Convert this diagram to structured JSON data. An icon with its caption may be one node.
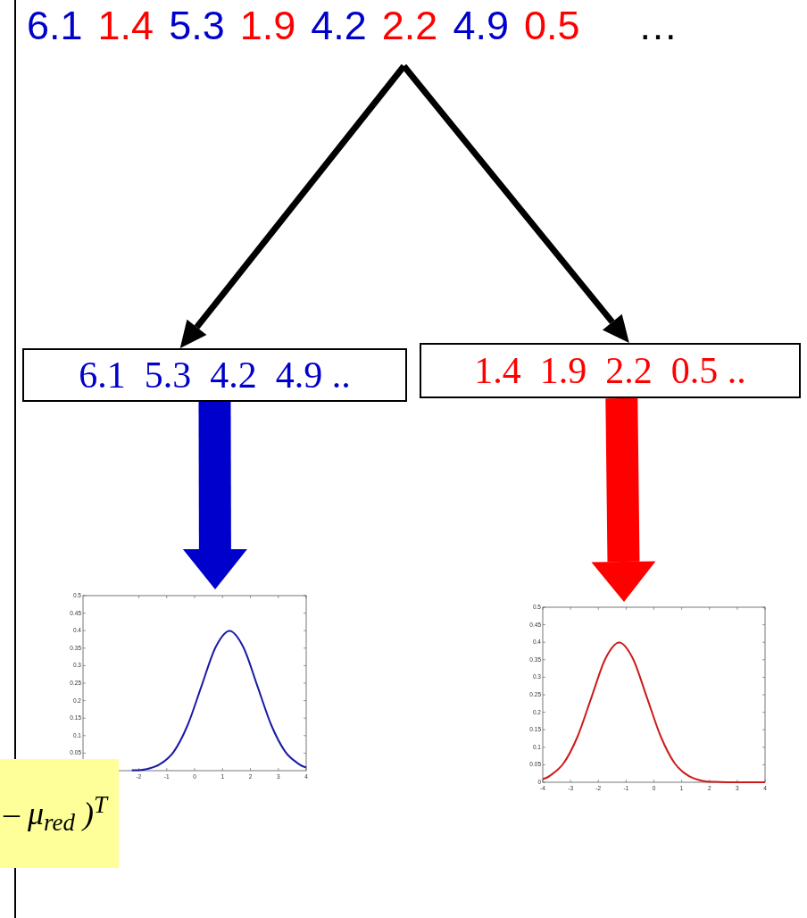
{
  "diagram": {
    "nodes": [
      {
        "text": [
          "6.1",
          "1.4",
          "5.3",
          "1.9",
          "4.2",
          "2.2",
          "4.9",
          "0.5",
          "…"
        ]
      },
      {
        "text": [
          "6.1  5.3  4.2  4.9 .."
        ]
      },
      {
        "text": [
          "1.4  1.9  2.2  0.5 .."
        ]
      },
      {
        "text": [],
        "shape": "picture"
      },
      {
        "text": [],
        "shape": "picture"
      },
      {
        "text": [
          "– μ$_{red}$ )$^{T}$"
        ]
      }
    ],
    "edges": [
      {
        "from": 0,
        "to": 1,
        "arrow": "to"
      },
      {
        "from": 0,
        "to": 2,
        "arrow": "to"
      },
      {
        "from": 1,
        "to": 3,
        "arrow": "to",
        "style": "thick",
        "color": "#0000cc"
      },
      {
        "from": 2,
        "to": 4,
        "arrow": "to",
        "style": "thick",
        "color": "#ff0000"
      }
    ],
    "chart_data": [
      {
        "type": "line",
        "x": [
          -2.25,
          -1.75,
          -1.25,
          -0.75,
          -0.25,
          0.25,
          0.75,
          1.25,
          1.75,
          2.25,
          2.75,
          3.25,
          3.75,
          4
        ],
        "series": [
          {
            "color": "#1a1aa6",
            "values": [
              0.001,
              0.004,
              0.018,
              0.054,
              0.13,
              0.242,
              0.352,
              0.399,
              0.352,
              0.242,
              0.13,
              0.054,
              0.018,
              0.009
            ]
          }
        ],
        "xlim": [
          -4,
          4
        ],
        "ylim": [
          0,
          0.5
        ],
        "xticks": [
          -2,
          -1,
          0,
          1,
          2,
          3,
          4
        ],
        "yticks": [
          0.05,
          0.1,
          0.15,
          0.2,
          0.25,
          0.3,
          0.35,
          0.4,
          0.45,
          0.5
        ]
      },
      {
        "type": "line",
        "x": [
          -4,
          -3.75,
          -3.25,
          -2.75,
          -2.25,
          -1.75,
          -1.25,
          -0.75,
          -0.25,
          0.25,
          0.75,
          1.25,
          1.75,
          2.25,
          2.75,
          3.25,
          3.75,
          4
        ],
        "series": [
          {
            "color": "#cc1a1a",
            "values": [
              0.009,
              0.018,
              0.054,
              0.13,
              0.242,
              0.352,
              0.399,
              0.352,
              0.242,
              0.13,
              0.054,
              0.018,
              0.004,
              0.001,
              0,
              0,
              0,
              0
            ]
          }
        ],
        "xlim": [
          -4,
          4
        ],
        "ylim": [
          0,
          0.5
        ],
        "xticks": [
          -4,
          -3,
          -2,
          -1,
          0,
          1,
          2,
          3,
          4
        ],
        "yticks": [
          0,
          0.05,
          0.1,
          0.15,
          0.2,
          0.25,
          0.3,
          0.35,
          0.4,
          0.45,
          0.5
        ]
      }
    ]
  }
}
